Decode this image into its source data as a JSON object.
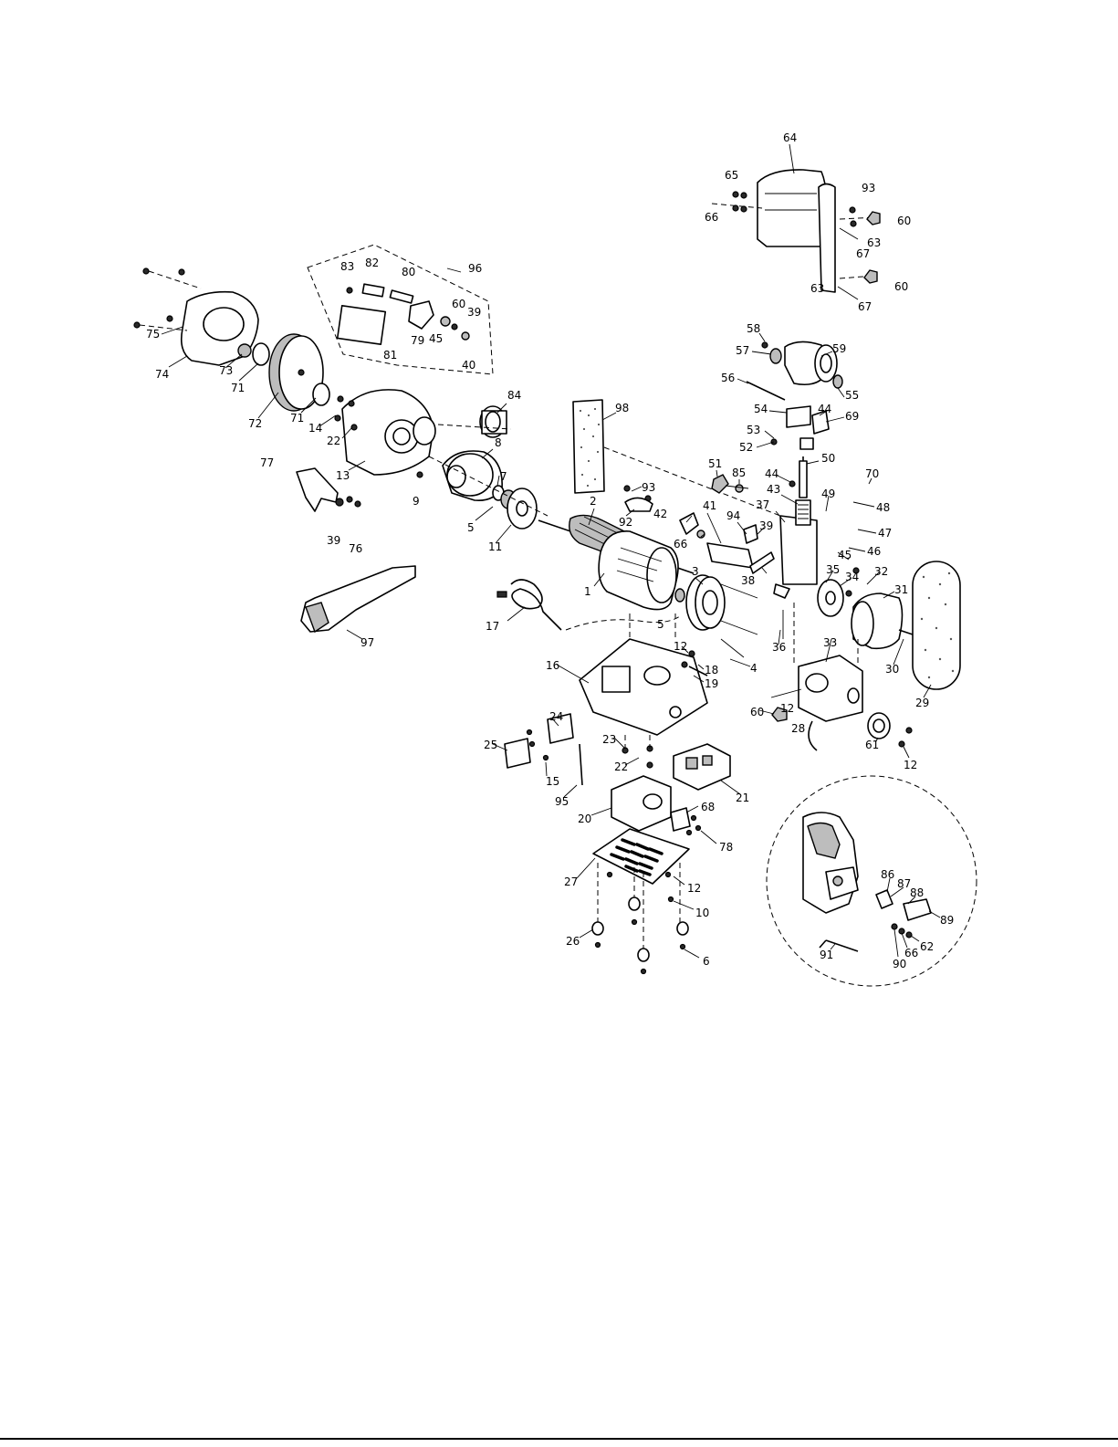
{
  "diagram": {
    "part_callouts": [
      "64",
      "65",
      "66",
      "93",
      "60",
      "63",
      "67",
      "63",
      "67",
      "60",
      "96",
      "83",
      "82",
      "80",
      "60",
      "39",
      "45",
      "79",
      "81",
      "40",
      "75",
      "74",
      "73",
      "71",
      "72",
      "71",
      "14",
      "22",
      "13",
      "84",
      "8",
      "7",
      "9",
      "5",
      "11",
      "77",
      "39",
      "76",
      "2",
      "1",
      "3",
      "5",
      "17",
      "97",
      "98",
      "93",
      "92",
      "42",
      "66",
      "41",
      "94",
      "39",
      "38",
      "51",
      "85",
      "37",
      "43",
      "44",
      "50",
      "58",
      "57",
      "59",
      "56",
      "55",
      "54",
      "44",
      "69",
      "53",
      "52",
      "70",
      "49",
      "48",
      "47",
      "46",
      "45",
      "35",
      "34",
      "32",
      "31",
      "36",
      "33",
      "30",
      "29",
      "12",
      "18",
      "19",
      "4",
      "16",
      "23",
      "22",
      "24",
      "25",
      "15",
      "95",
      "21",
      "20",
      "68",
      "78",
      "27",
      "12",
      "10",
      "26",
      "6",
      "60",
      "12",
      "28",
      "61",
      "12",
      "86",
      "87",
      "88",
      "89",
      "62",
      "66",
      "90",
      "91"
    ],
    "detail_view_callouts": [
      "86",
      "87",
      "88",
      "89",
      "62",
      "66",
      "90",
      "91"
    ],
    "kit_group_callout": "96"
  }
}
